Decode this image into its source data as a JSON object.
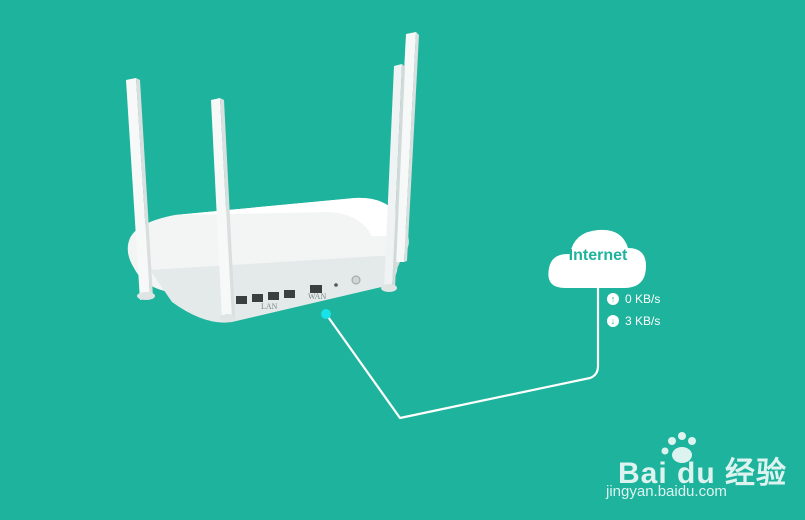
{
  "cloud": {
    "label": "Internet"
  },
  "speeds": {
    "upload": "0 KB/s",
    "download": "3 KB/s"
  },
  "router": {
    "lan_label": "LAN",
    "wan_label": "WAN"
  },
  "watermark": {
    "logo": "Bai du 经验",
    "url": "jingyan.baidu.com"
  },
  "colors": {
    "background": "#1eb39d",
    "connector_dot": "#19e1e8",
    "cable": "#ffffff"
  },
  "icons": {
    "upload": "arrow-up-circle-icon",
    "download": "arrow-down-circle-icon",
    "cloud": "cloud-icon"
  }
}
